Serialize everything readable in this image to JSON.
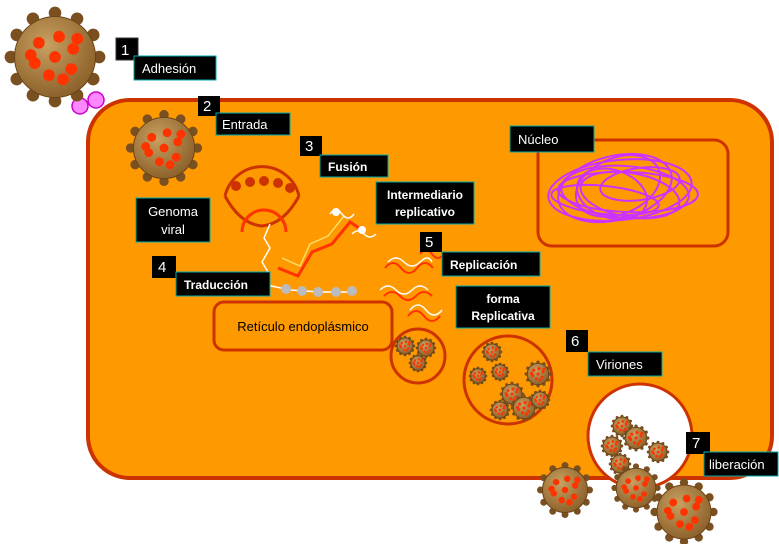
{
  "steps": [
    {
      "number": "1",
      "label": "Adhesión"
    },
    {
      "number": "2",
      "label": "Entrada"
    },
    {
      "number": "3",
      "label": "Fusión"
    },
    {
      "number": "4",
      "label": "Traducción"
    },
    {
      "number": "5",
      "label": "Replicación"
    },
    {
      "number": "6",
      "label": "Viriones"
    },
    {
      "number": "7",
      "label": "liberación"
    }
  ],
  "labels": {
    "nucleus": "Núcleo",
    "viral_genome_line1": "Genoma",
    "viral_genome_line2": "viral",
    "replicative_intermediate_line1": "Intermediario",
    "replicative_intermediate_line2": "replicativo",
    "replicative_form_line1": "forma",
    "replicative_form_line2": "Replicativa",
    "endoplasmic_reticulum": "Retículo endoplásmico"
  },
  "colors": {
    "cell_fill": "#ff9900",
    "cell_border": "#cc3300",
    "virus_body": "#a87a3a",
    "virus_spike": "#ff3300",
    "nucleus_coils": "#cc33ff",
    "label_bg": "#000000",
    "label_text": "#ffffff"
  }
}
